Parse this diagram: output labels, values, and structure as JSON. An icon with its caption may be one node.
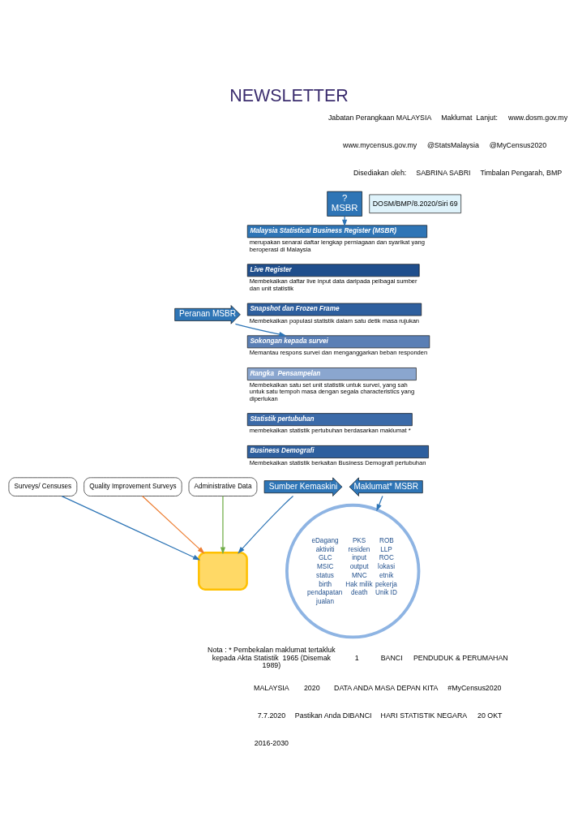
{
  "diagram": {
    "title": "NEWSLETTER",
    "nodes": [
      {
        "text": [
          "?",
          "MSBR"
        ]
      },
      {
        "text": [
          "Malaysia Statistical Business Register (MSBR)",
          "merupakan senarai daftar lengkap perniagaan dan syarikat yang beroperasi di Malaysia"
        ]
      },
      {
        "text": [
          "Peranan MSBR"
        ]
      },
      {
        "text": [
          "Live Register",
          "Membekalkan daftar live input data daripada pelbagai sumber dan unit statistik"
        ]
      },
      {
        "text": [
          "Snapshot dan Frozen Frame",
          "Membekalkan populasi statistik dalam satu detik masa rujukan"
        ]
      },
      {
        "text": [
          "Sokongan kepada survei",
          "Memantau respons survei dan menganggarkan beban responden"
        ]
      },
      {
        "text": [
          "Rangka  Pensampelan",
          "Membekalkan satu set unit statistik untuk survei, yang sah untuk satu tempoh masa dengan segala characteristics yang diperlukan"
        ]
      },
      {
        "text": [
          "Statistik pertubuhan",
          "membekalkan statistik pertubuhan berdasarkan maklumat *"
        ]
      },
      {
        "text": [
          "Business Demografi",
          "Membekalkan statistik berkaitan Business Demografi pertubuhan"
        ]
      },
      {
        "text": [
          "Sumber Kemaskini"
        ]
      },
      {
        "text": [],
        "shape": "box"
      },
      {
        "text": [
          "Surveys/ Censuses"
        ]
      },
      {
        "text": [
          "Quality Improvement Surveys"
        ]
      },
      {
        "text": [
          "Administrative Data"
        ]
      },
      {
        "text": [
          "Maklumat* MSBR"
        ]
      },
      {
        "text": [
          "eDagang",
          "PKS",
          "ROB",
          "aktiviti",
          "residen",
          "LLP",
          "GLC",
          "input",
          "ROC",
          "MSIC",
          "output",
          "lokasi",
          "status",
          "MNC",
          "etnik",
          "birth",
          "Hak milik",
          "pekerja",
          "pendapatan",
          "death",
          "Unik ID",
          "jualan"
        ]
      },
      {
        "text": [
          "DOSM/BMP/8.2020/Siri 69"
        ]
      }
    ],
    "edges": [
      {
        "from": 0,
        "to": 1,
        "arrow": "to"
      },
      {
        "from": 2,
        "to": 5,
        "arrow": "to"
      },
      {
        "from": 9,
        "to": 10,
        "arrow": "to"
      },
      {
        "from": 11,
        "to": 10,
        "arrow": "to"
      },
      {
        "from": 12,
        "to": 10,
        "arrow": "to",
        "color": "#ed7d31"
      },
      {
        "from": 13,
        "to": 10,
        "arrow": "to",
        "color": "#70ad47"
      },
      {
        "from": 14,
        "to": 15,
        "arrow": "to"
      }
    ],
    "labels": [
      "Jabatan Perangkaan MALAYSIA",
      "Maklumat  Lanjut:",
      "www.dosm.gov.my",
      "www.mycensus.gov.my",
      "@StatsMalaysia",
      "@MyCensus2020",
      "Disediakan oleh:",
      "SABRINA SABRI",
      "Timbalan Pengarah, BMP",
      "Nota : * Pembekalan maklumat tertakluk kepada Akta Statistik  1965 (Disemak 1989)",
      "1",
      "BANCI",
      "PENDUDUK & PERUMAHAN",
      "MALAYSIA",
      "2020",
      "DATA ANDA MASA DEPAN KITA",
      "#MyCensus2020",
      "7.7.2020",
      "Pastikan Anda DIBANCI",
      "HARI STATISTIK NEGARA",
      "20 OKT",
      "2016-2030"
    ]
  }
}
